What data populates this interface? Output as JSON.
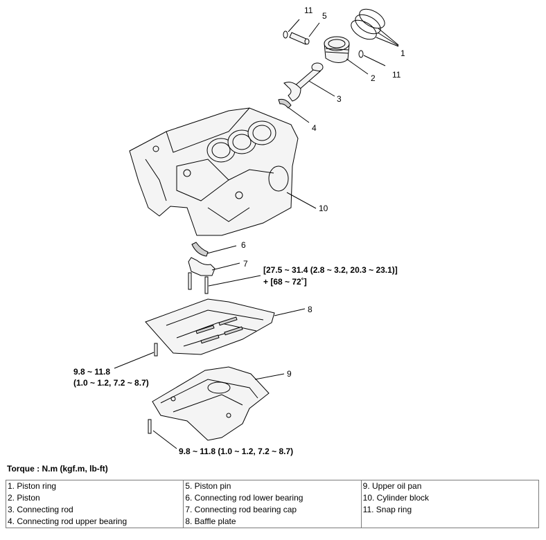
{
  "callouts": {
    "c11a": "11",
    "c5": "5",
    "c1": "1",
    "c11b": "11",
    "c2": "2",
    "c3": "3",
    "c4": "4",
    "c10": "10",
    "c6": "6",
    "c7": "7",
    "c8": "8",
    "c9": "9"
  },
  "torque_values": {
    "cap_bolt_line1": "[27.5 ~ 31.4 (2.8 ~ 3.2, 20.3 ~ 23.1)]",
    "cap_bolt_line2": "+ [68 ~ 72˚]",
    "baffle_bolt_line1": "9.8 ~ 11.8",
    "baffle_bolt_line2": "(1.0 ~ 1.2, 7.2 ~ 8.7)",
    "oilpan_bolt": "9.8 ~ 11.8 (1.0 ~ 1.2, 7.2 ~ 8.7)"
  },
  "torque_unit_title": "Torque : N.m (kgf.m, lb-ft)",
  "legend": {
    "col1": [
      "1. Piston ring",
      "2. Piston",
      "3. Connecting rod",
      "4. Connecting rod upper bearing"
    ],
    "col2": [
      "5. Piston pin",
      "6. Connecting rod lower bearing",
      "7. Connecting rod bearing cap",
      "8. Baffle plate"
    ],
    "col3": [
      "9. Upper oil pan",
      "10. Cylinder block",
      "11. Snap ring",
      ""
    ]
  }
}
